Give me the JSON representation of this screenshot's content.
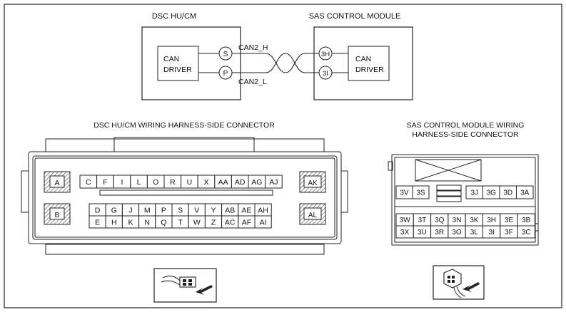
{
  "top": {
    "dsc_title": "DSC HU/CM",
    "sas_title": "SAS CONTROL MODULE",
    "dsc_driver": [
      "CAN",
      "DRIVER"
    ],
    "sas_driver": [
      "CAN",
      "DRIVER"
    ],
    "dsc_pins": [
      "S",
      "P"
    ],
    "sas_pins": [
      "3H",
      "3I"
    ],
    "wire_high": "CAN2_H",
    "wire_low": "CAN2_L"
  },
  "dsc_connector": {
    "title": "DSC HU/CM WIRING HARNESS-SIDE CONNECTOR",
    "left_pins": [
      "A",
      "B"
    ],
    "right_pins": [
      "AK",
      "AL"
    ],
    "row1": [
      "C",
      "F",
      "I",
      "L",
      "O",
      "R",
      "U",
      "X",
      "AA",
      "AD",
      "AG",
      "AJ"
    ],
    "row2": [
      "D",
      "G",
      "J",
      "M",
      "P",
      "S",
      "V",
      "Y",
      "AB",
      "AE",
      "AH"
    ],
    "row3": [
      "E",
      "H",
      "K",
      "N",
      "Q",
      "T",
      "W",
      "Z",
      "AC",
      "AF",
      "AI"
    ]
  },
  "sas_connector": {
    "title": [
      "SAS CONTROL MODULE WIRING",
      "HARNESS-SIDE CONNECTOR"
    ],
    "row1_left": [
      "3V",
      "3S"
    ],
    "row1_right": [
      "3J",
      "3G",
      "3D",
      "3A"
    ],
    "row2": [
      "3W",
      "3T",
      "3Q",
      "3N",
      "3K",
      "3H",
      "3E",
      "3B"
    ],
    "row3": [
      "3X",
      "3U",
      "3R",
      "3O",
      "3L",
      "3I",
      "3F",
      "3C"
    ]
  },
  "colors": {
    "line": "#222222",
    "hatch": "#555555",
    "background": "#ffffff"
  },
  "icons": [
    "connector-view-left-icon",
    "connector-view-right-icon"
  ]
}
